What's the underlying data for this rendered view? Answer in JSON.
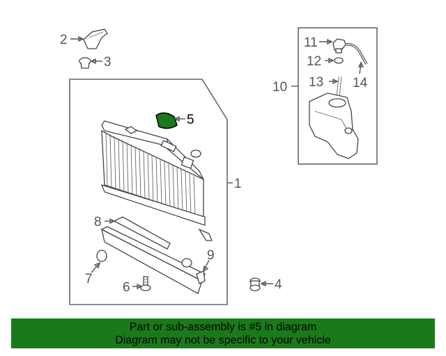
{
  "callouts": {
    "c1": "1",
    "c2": "2",
    "c3": "3",
    "c4": "4",
    "c5": "5",
    "c6": "6",
    "c7": "7",
    "c8": "8",
    "c9": "9",
    "c10": "10",
    "c11": "11",
    "c12": "12",
    "c13": "13",
    "c14": "14"
  },
  "highlight": {
    "part": "5",
    "color": "#1a7a1a"
  },
  "banner": {
    "line1": "Part or sub-assembly is #5 in diagram",
    "line2": "Diagram may not be specific to your vehicle",
    "color": "#1a7a1a"
  }
}
